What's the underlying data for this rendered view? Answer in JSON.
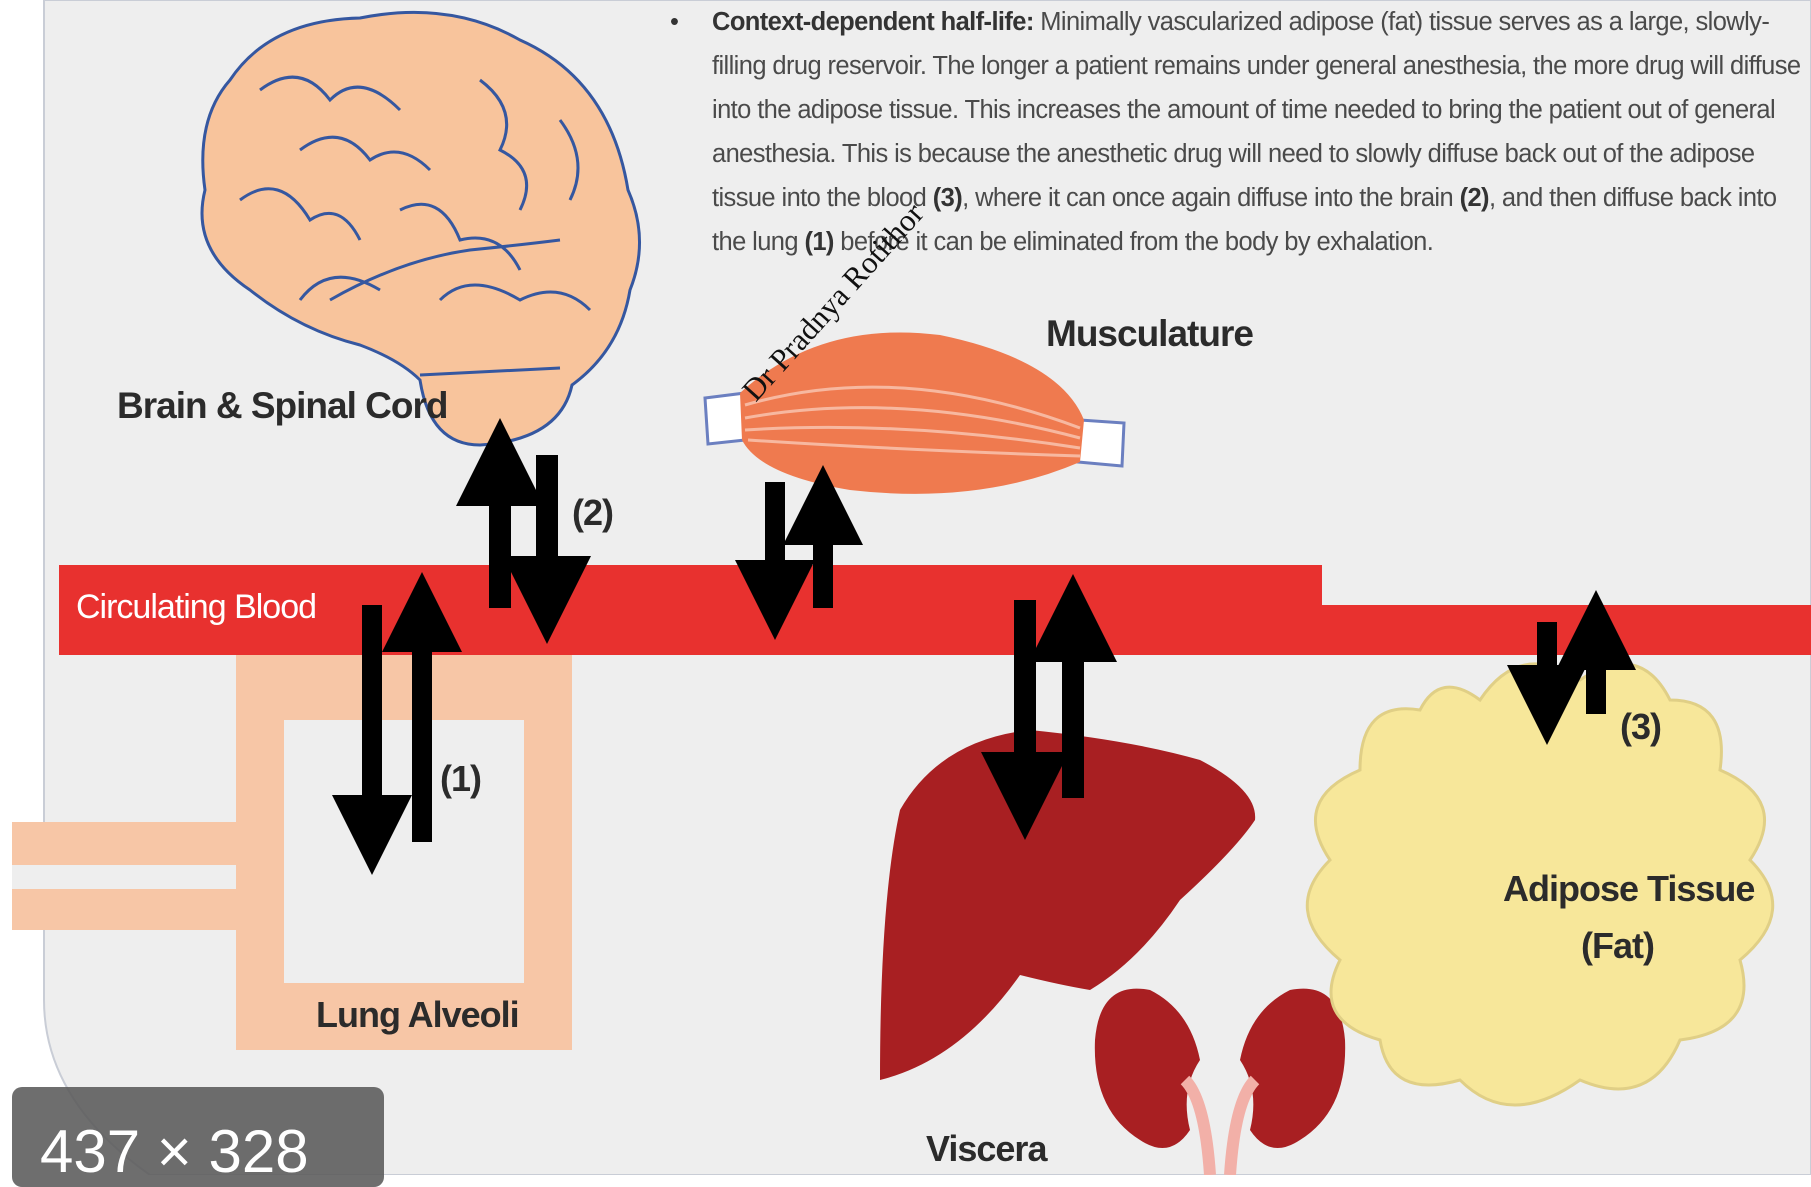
{
  "description": {
    "bullet": "•",
    "lead": "Context-dependent half-life:",
    "text_1": " Minimally vascularized adipose (fat) tissue serves as a large, slowly-filling drug reservoir. The longer a patient remains under general anesthesia, the more drug will diffuse into the adipose tissue. This increases the amount of time needed to bring the patient out of general anesthesia. This is because the anesthetic drug will need to slowly diffuse back out of the adipose tissue into the blood ",
    "ref_3": "(3)",
    "text_2": ", where it can once again diffuse into the brain ",
    "ref_2": "(2)",
    "text_3": ", and then diffuse back into the lung ",
    "ref_1": "(1)",
    "text_4": " before it can be eliminated from the body by exhalation."
  },
  "labels": {
    "brain": "Brain & Spinal Cord",
    "musculature": "Musculature",
    "blood": "Circulating Blood",
    "lung": "Lung Alveoli",
    "viscera": "Viscera",
    "adipose_line1": "Adipose Tissue",
    "adipose_line2": "(Fat)",
    "arrow_1": "(1)",
    "arrow_2": "(2)",
    "arrow_3": "(3)"
  },
  "watermark": "Dr Pradnya Rotithor",
  "image_dimensions": "437 × 328",
  "colors": {
    "blood": "#e8312f",
    "lung_wall": "#f7c6a6",
    "brain": "#f8c49c",
    "brain_outline": "#3557a0",
    "muscle": "#ef7a4f",
    "liver": "#a81f22",
    "adipose": "#f7e79a",
    "adipose_outline": "#e0cf86",
    "arrow": "#000000",
    "background": "#eeeeee"
  }
}
